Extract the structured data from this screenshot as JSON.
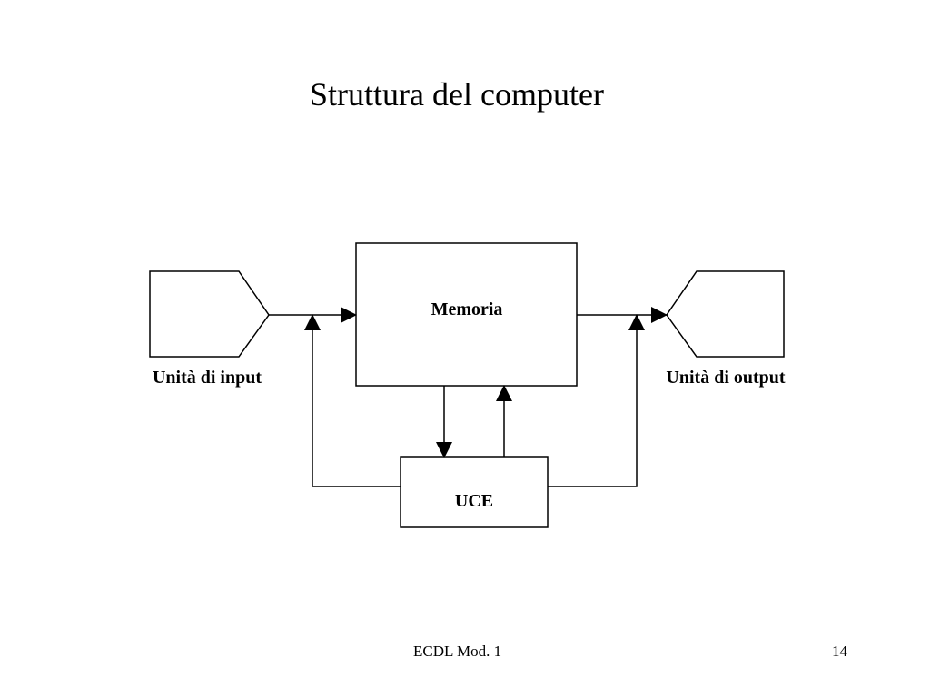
{
  "title": "Struttura del computer",
  "nodes": {
    "memory": "Memoria",
    "cpu": "UCE",
    "input": "Unità di input",
    "output": "Unità di output"
  },
  "footer": {
    "course": "ECDL Mod. 1",
    "page_number": "14"
  },
  "colors": {
    "stroke": "#000000",
    "background": "#ffffff"
  }
}
